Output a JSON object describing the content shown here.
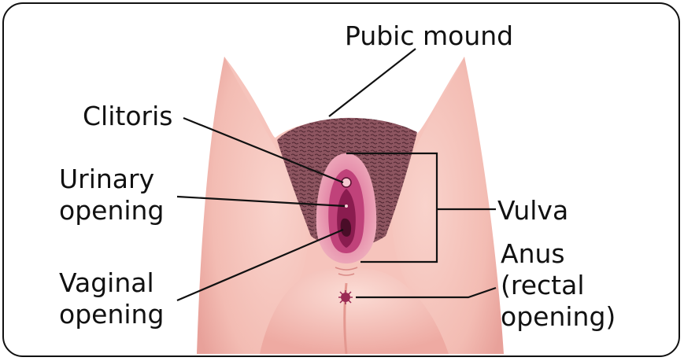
{
  "labels": {
    "pubic_mound": "Pubic mound",
    "clitoris": "Clitoris",
    "urinary_opening": "Urinary\nopening",
    "vaginal_opening": "Vaginal\nopening",
    "vulva": "Vulva",
    "anus": "Anus\n(rectal\nopening)"
  },
  "colors": {
    "skin_light": "#f9d3cc",
    "skin_mid": "#f1b0a8",
    "skin_shadow": "#e4928c",
    "hair": "#6e3b46",
    "labia_outer": "#e79aa8",
    "labia_inner": "#c0427a",
    "vestibule": "#8a1c4f",
    "line": "#111111"
  }
}
